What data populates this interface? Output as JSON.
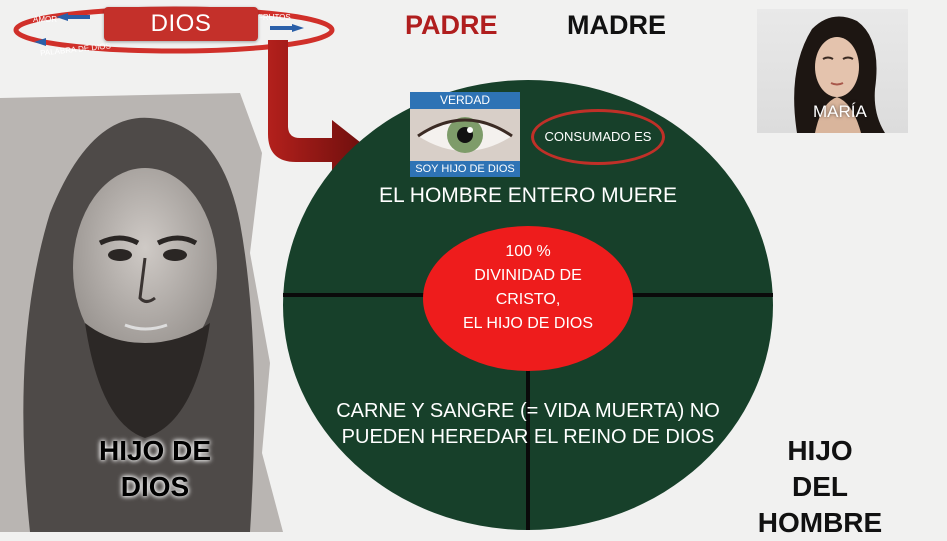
{
  "top": {
    "dios": "DIOS",
    "ring_labels": {
      "amor": "AMOR",
      "frutos": "FRUTOS",
      "palabra": "PALABRA DE DIOS"
    },
    "padre": "PADRE",
    "madre": "MADRE",
    "maria": "MARÍA"
  },
  "eye_card": {
    "top_label": "VERDAD",
    "bottom_label": "SOY HIJO DE DIOS"
  },
  "consumado": "CONSUMADO ES",
  "circle": {
    "headline": "EL HOMBRE ENTERO MUERE",
    "center_lines": [
      "100 %",
      "DIVINIDAD DE",
      "CRISTO,",
      "EL HIJO DE DIOS"
    ],
    "bottom_lines": [
      "CARNE Y SANGRE (= VIDA MUERTA) NO",
      "PUEDEN HEREDAR EL REINO DE DIOS"
    ]
  },
  "left_label": [
    "HIJO DE",
    "DIOS"
  ],
  "right_label": [
    "HIJO",
    "DEL HOMBRE"
  ],
  "colors": {
    "background": "#f1f1f0",
    "circle_fill": "#17402a",
    "accent_red": "#c4302a",
    "bright_red": "#ee1c1c",
    "padre": "#b01e1e",
    "verdad_blue": "#2e73b5"
  }
}
